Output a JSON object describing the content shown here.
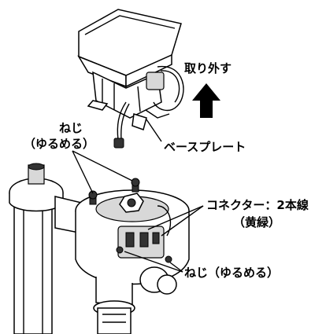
{
  "labels": {
    "remove": "取り外す",
    "screw_top_line1": "ねじ",
    "screw_top_line2": "（ゆるめる）",
    "base_plate": "ベースプレート",
    "connector_line1": "コネクター：2本線",
    "connector_line2": "（黄緑）",
    "screw_bottom": "ねじ（ゆるめる）"
  }
}
